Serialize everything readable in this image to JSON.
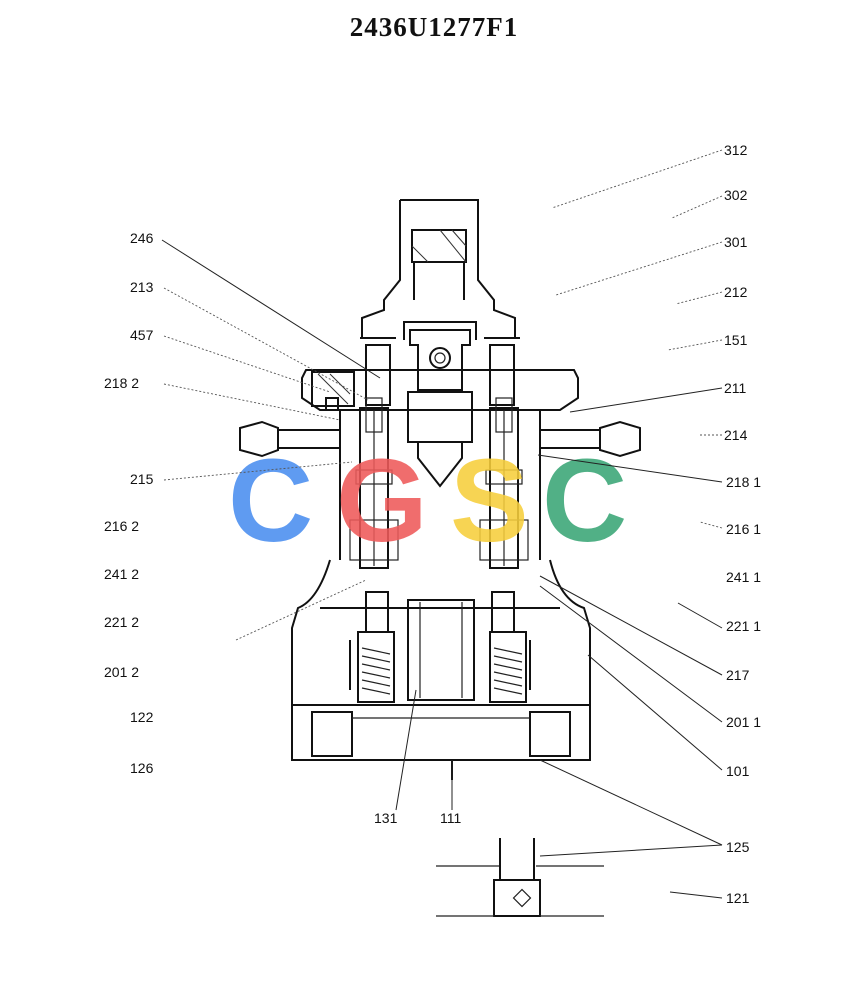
{
  "title": "2436U1277F1",
  "watermark": {
    "letters": [
      {
        "char": "C",
        "color": "#4a8ef0"
      },
      {
        "char": "G",
        "color": "#ef5a5a"
      },
      {
        "char": "S",
        "color": "#f7cf3c"
      },
      {
        "char": "C",
        "color": "#3aa676"
      }
    ]
  },
  "labels": {
    "l312": "312",
    "l302": "302",
    "l301": "301",
    "l212": "212",
    "l151": "151",
    "l211": "211",
    "l214": "214",
    "l218_1": "218 1",
    "l216_1": "216 1",
    "l241_1": "241 1",
    "l221_1": "221 1",
    "l217": "217",
    "l201_1": "201 1",
    "l101": "101",
    "l125": "125",
    "l121": "121",
    "l246": "246",
    "l213": "213",
    "l457": "457",
    "l218_2": "218 2",
    "l215": "215",
    "l216_2": "216 2",
    "l241_2": "241 2",
    "l221_2": "221 2",
    "l201_2": "201 2",
    "l122": "122",
    "l126": "126",
    "l131": "131",
    "l111": "111"
  }
}
